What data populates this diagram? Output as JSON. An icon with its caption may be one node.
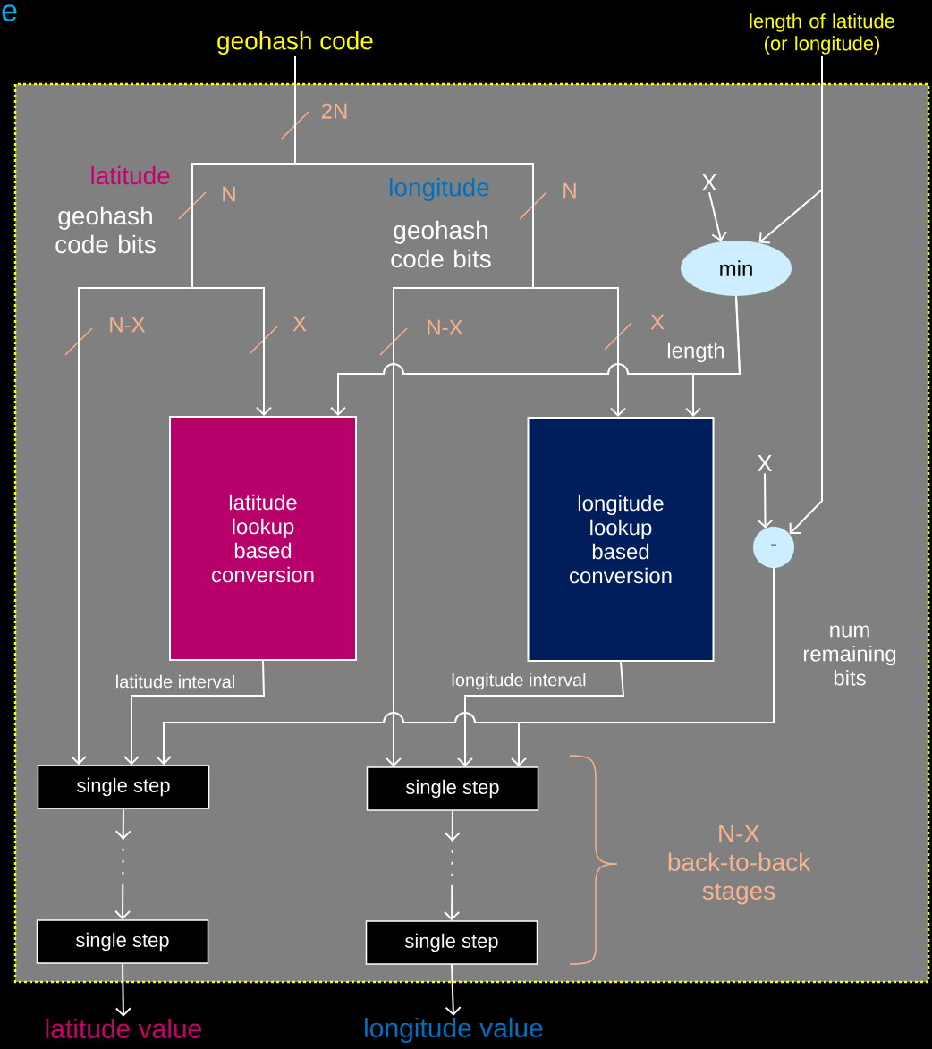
{
  "diagram": {
    "nodes": [
      {
        "text": [
          "geohash code"
        ]
      },
      {
        "text": [
          "length of latitude (or longitude)"
        ]
      },
      {
        "text": [
          "X"
        ]
      },
      {
        "text": [
          "min"
        ]
      },
      {
        "text": [
          "latitude lookup based conversion"
        ]
      },
      {
        "text": [
          "longitude lookup based conversion"
        ]
      },
      {
        "text": [
          "X"
        ]
      },
      {
        "text": [
          "-"
        ]
      },
      {
        "text": [
          "single step"
        ]
      },
      {
        "text": [
          "single step"
        ]
      },
      {
        "text": [
          "single step"
        ]
      },
      {
        "text": [
          "single step"
        ]
      },
      {
        "text": [
          "latitude value"
        ]
      },
      {
        "text": [
          "longitude value"
        ]
      }
    ],
    "edges": [
      {
        "from": 0,
        "to": 4,
        "arrow": "to"
      },
      {
        "from": 0,
        "to": 8,
        "arrow": "to"
      },
      {
        "from": 0,
        "to": 5,
        "arrow": "to"
      },
      {
        "from": 0,
        "to": 9,
        "arrow": "to"
      },
      {
        "from": 3,
        "to": 4,
        "arrow": "to"
      },
      {
        "from": 3,
        "to": 5,
        "arrow": "to",
        "label": "length"
      },
      {
        "from": 1,
        "to": 3,
        "arrow": "to"
      },
      {
        "from": 1,
        "to": 7,
        "arrow": "to"
      },
      {
        "from": 2,
        "to": 3,
        "arrow": "to"
      },
      {
        "from": 6,
        "to": 7,
        "arrow": "to"
      },
      {
        "from": 4,
        "to": 8,
        "arrow": "to",
        "label": "latitude interval"
      },
      {
        "from": 5,
        "to": 9,
        "arrow": "to",
        "label": "longitude interval"
      },
      {
        "from": 7,
        "to": 8,
        "arrow": "to"
      },
      {
        "from": 7,
        "to": 9,
        "arrow": "to",
        "label": "num remaining bits"
      },
      {
        "from": 8,
        "to": 10,
        "arrow": "to",
        "style": "dashed"
      },
      {
        "from": 9,
        "to": 11,
        "arrow": "to",
        "style": "dashed"
      },
      {
        "from": 10,
        "to": 12,
        "arrow": "to"
      },
      {
        "from": 11,
        "to": 13,
        "arrow": "to"
      }
    ],
    "labels": [
      "e",
      "2N",
      "latitude",
      "geohash code bits",
      "N",
      "longitude",
      "geohash code bits",
      "N",
      "N-X",
      "X",
      "N-X",
      "X",
      "N-X back-to-back stages"
    ]
  }
}
